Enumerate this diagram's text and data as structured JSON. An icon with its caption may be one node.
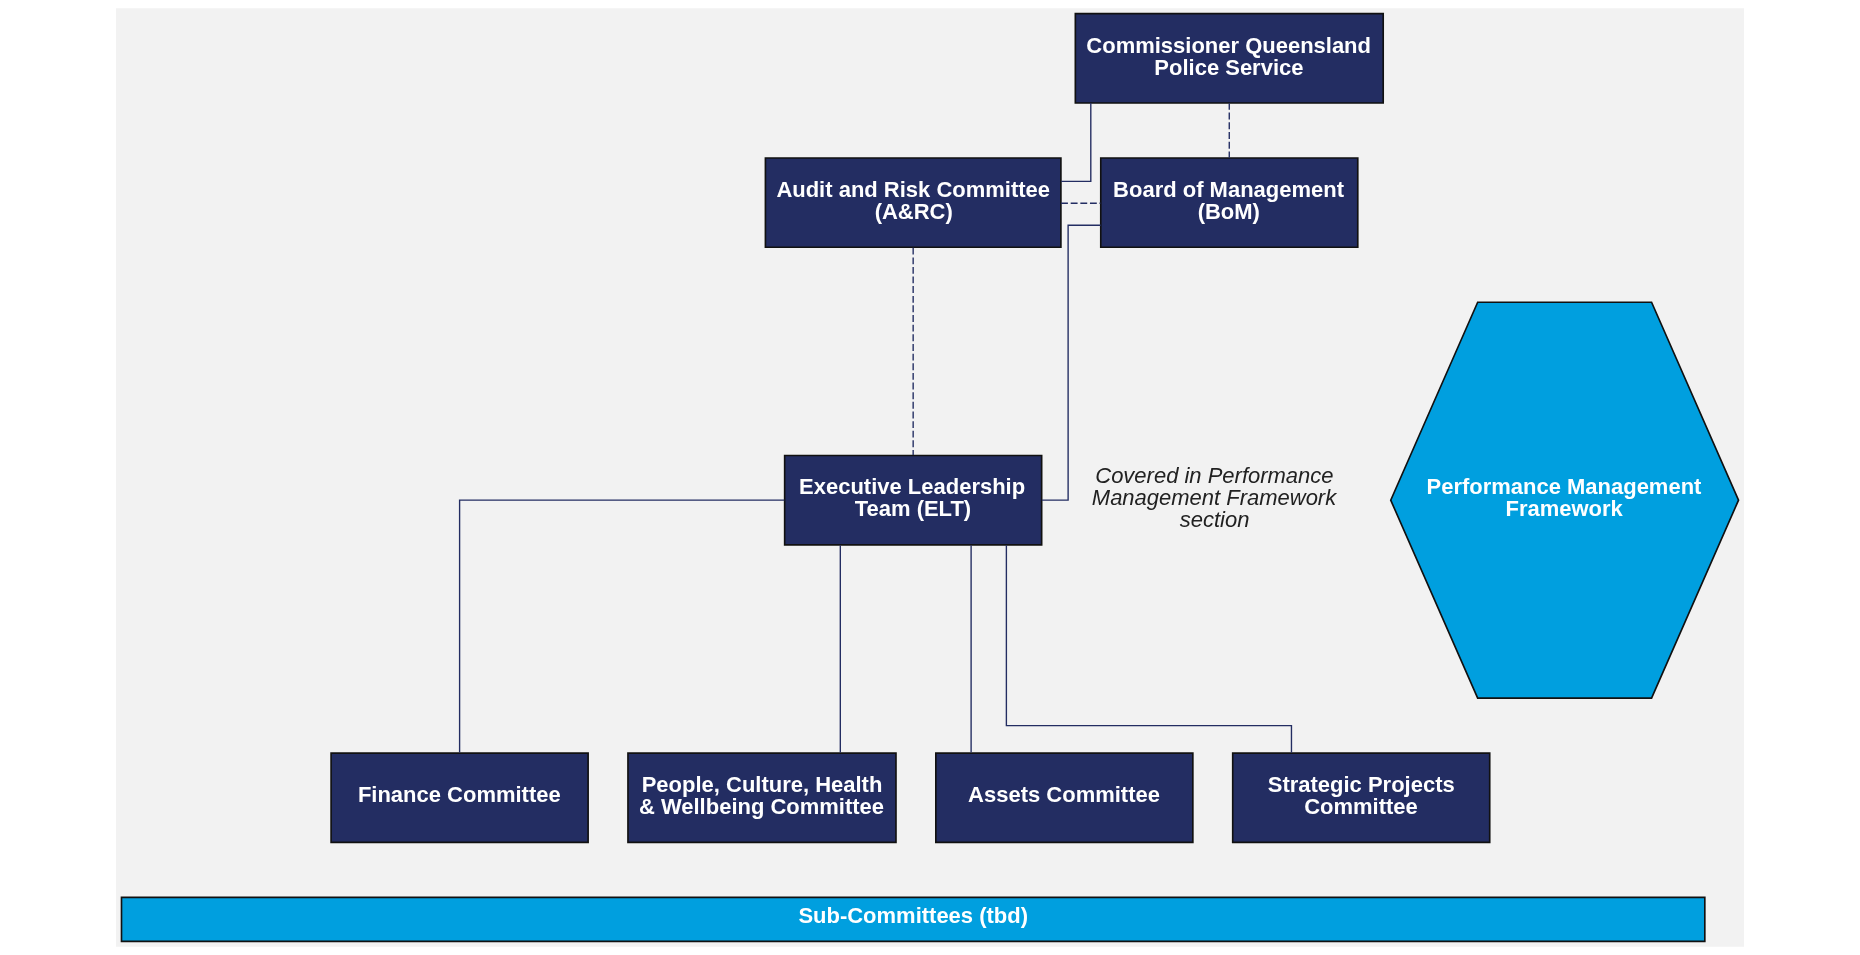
{
  "diagram": {
    "nodes": [
      {
        "text": [
          "Commissioner Queensland Police Service"
        ]
      },
      {
        "text": [
          "Board of Management (BoM)"
        ]
      },
      {
        "text": [
          "Audit and Risk Committee (A&RC)"
        ]
      },
      {
        "text": [
          "Executive Leadership Team (ELT)"
        ]
      },
      {
        "text": [
          "Finance Committee"
        ]
      },
      {
        "text": [
          "People, Culture, Health & Wellbeing Committee"
        ]
      },
      {
        "text": [
          "Assets Committee"
        ]
      },
      {
        "text": [
          "Strategic Projects Committee"
        ]
      },
      {
        "text": [
          "Performance Management Framework"
        ],
        "beside": [
          "Covered in Performance Management Framework section"
        ]
      },
      {
        "text": [
          "Sub-Committees (tbd)"
        ]
      }
    ],
    "edges": [
      {
        "from": 0,
        "to": 2,
        "arrow": "none"
      },
      {
        "from": 0,
        "to": 1,
        "arrow": "none",
        "style": "dashed"
      },
      {
        "from": 2,
        "to": 1,
        "arrow": "none",
        "style": "dashed"
      },
      {
        "from": 2,
        "to": 3,
        "arrow": "none",
        "style": "dashed"
      },
      {
        "from": 1,
        "to": 3,
        "arrow": "none"
      },
      {
        "from": 3,
        "to": 4,
        "arrow": "none"
      },
      {
        "from": 3,
        "to": 5,
        "arrow": "none"
      },
      {
        "from": 3,
        "to": 6,
        "arrow": "none"
      },
      {
        "from": 3,
        "to": 7,
        "arrow": "none"
      }
    ]
  }
}
